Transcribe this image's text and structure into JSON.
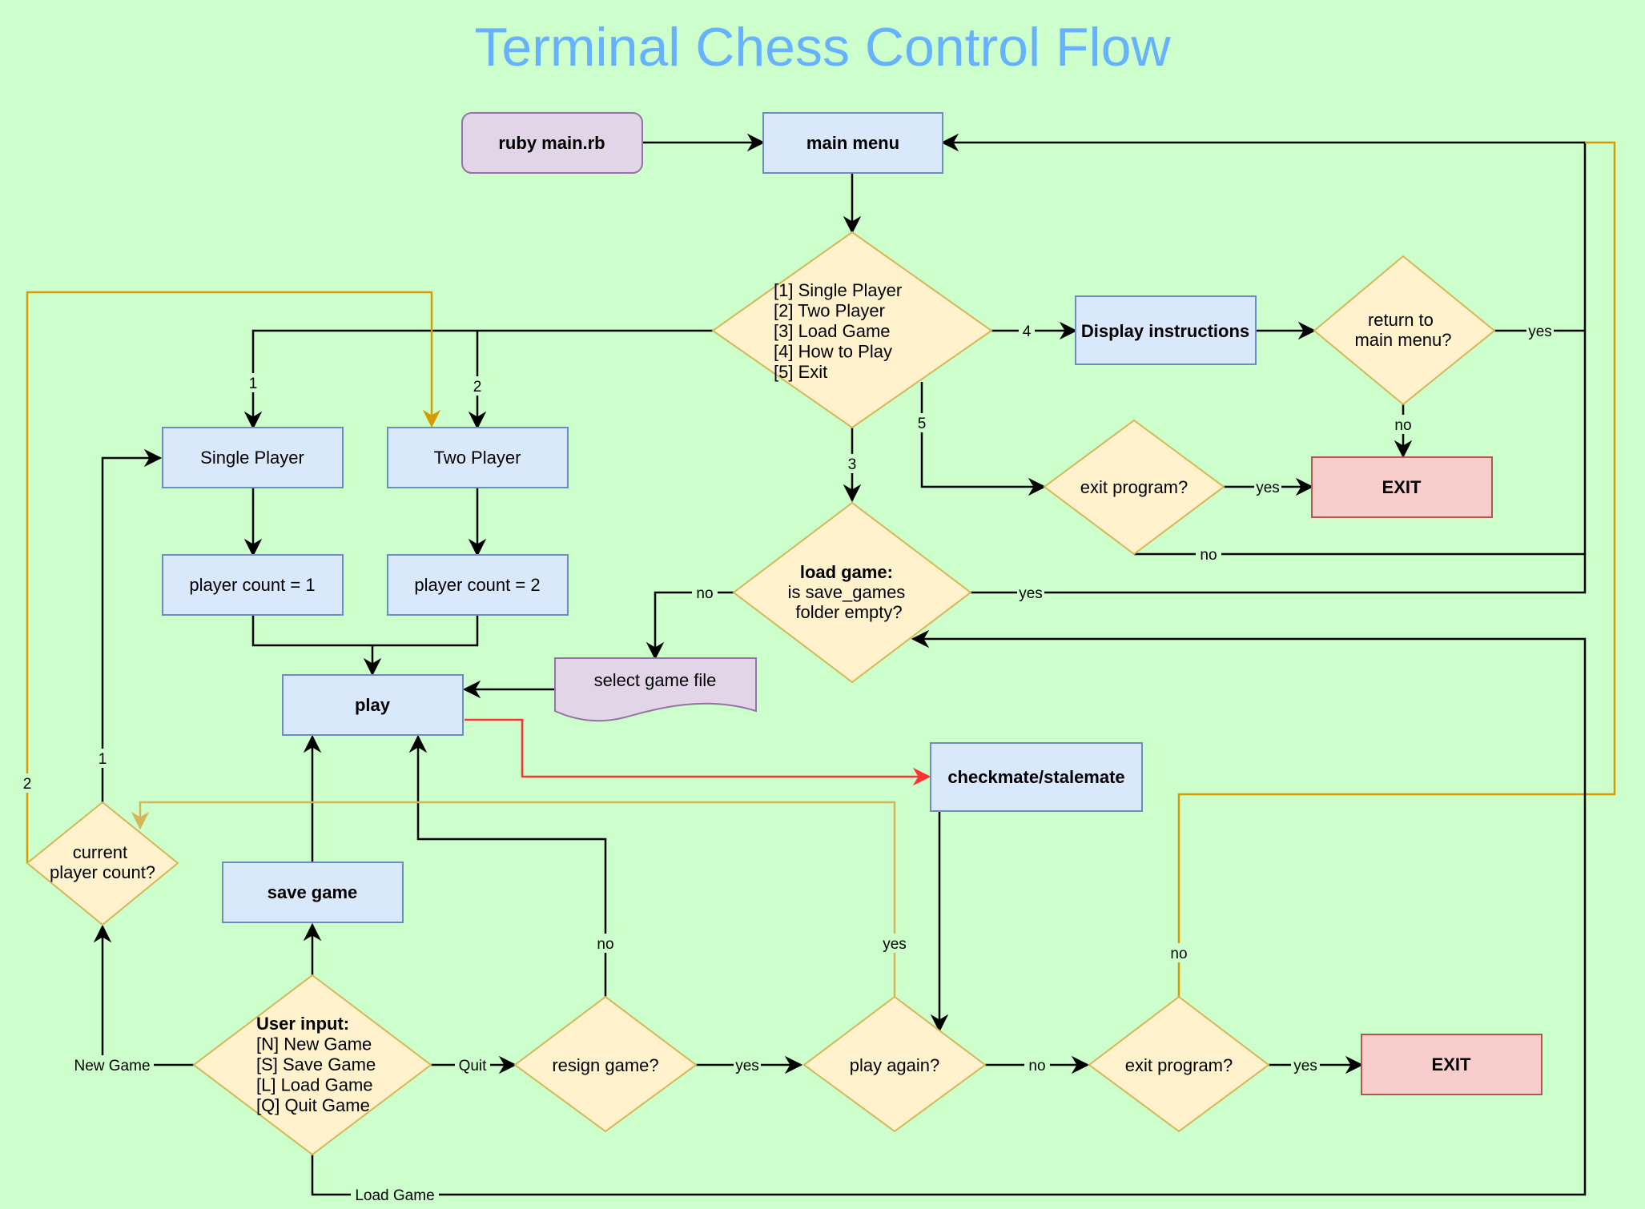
{
  "title": "Terminal Chess Control Flow",
  "colors": {
    "background": "#ccffcc",
    "title": "#66b2ff",
    "process_fill": "#dae8fc",
    "process_stroke": "#6c8ebf",
    "decision_fill": "#fff2cc",
    "decision_stroke": "#d6b656",
    "terminal_fill": "#f8cecc",
    "terminal_stroke": "#b85450",
    "start_fill": "#e1d5e7",
    "start_stroke": "#9673a6",
    "edge_default": "#000000",
    "edge_orange": "#d79b00",
    "edge_gold": "#d6b656",
    "edge_red": "#ff3333"
  },
  "nodes": {
    "start": "ruby main.rb",
    "main_menu": "main menu",
    "menu_options": [
      "[1] Single Player",
      "[2] Two Player",
      "[3] Load Game",
      "[4] How to Play",
      "[5] Exit"
    ],
    "display_instructions": "Display instructions",
    "return_main_menu": [
      "return to",
      "main menu?"
    ],
    "exit_top": "EXIT",
    "exit_program_top": "exit program?",
    "single_player": "Single Player",
    "two_player": "Two Player",
    "player_count_1": "player count = 1",
    "player_count_2": "player count = 2",
    "load_game_title": "load game:",
    "load_game_lines": [
      "is save_games",
      "folder empty?"
    ],
    "select_game_file": "select game file",
    "play": "play",
    "checkmate": "checkmate/stalemate",
    "current_player_count": [
      "current",
      "player count?"
    ],
    "save_game": "save game",
    "user_input_title": "User input:",
    "user_input_lines": [
      "[N] New Game",
      "[S] Save Game",
      "[L] Load Game",
      "[Q] Quit Game"
    ],
    "resign_game": "resign game?",
    "play_again": "play again?",
    "exit_program_bottom": "exit program?",
    "exit_bottom": "EXIT"
  },
  "edge_labels": {
    "opt1": "1",
    "opt2": "2",
    "opt3": "3",
    "opt4": "4",
    "opt5": "5",
    "return_yes": "yes",
    "return_no": "no",
    "exit_top_yes": "yes",
    "exit_top_no": "no",
    "load_no": "no",
    "load_yes": "yes",
    "count_1": "1",
    "count_2": "2",
    "new_game": "New Game",
    "quit": "Quit",
    "load_game_input": "Load Game",
    "resign_no": "no",
    "resign_yes": "yes",
    "play_again_yes": "yes",
    "play_again_no": "no",
    "exit_bottom_no": "no",
    "exit_bottom_yes": "yes"
  }
}
